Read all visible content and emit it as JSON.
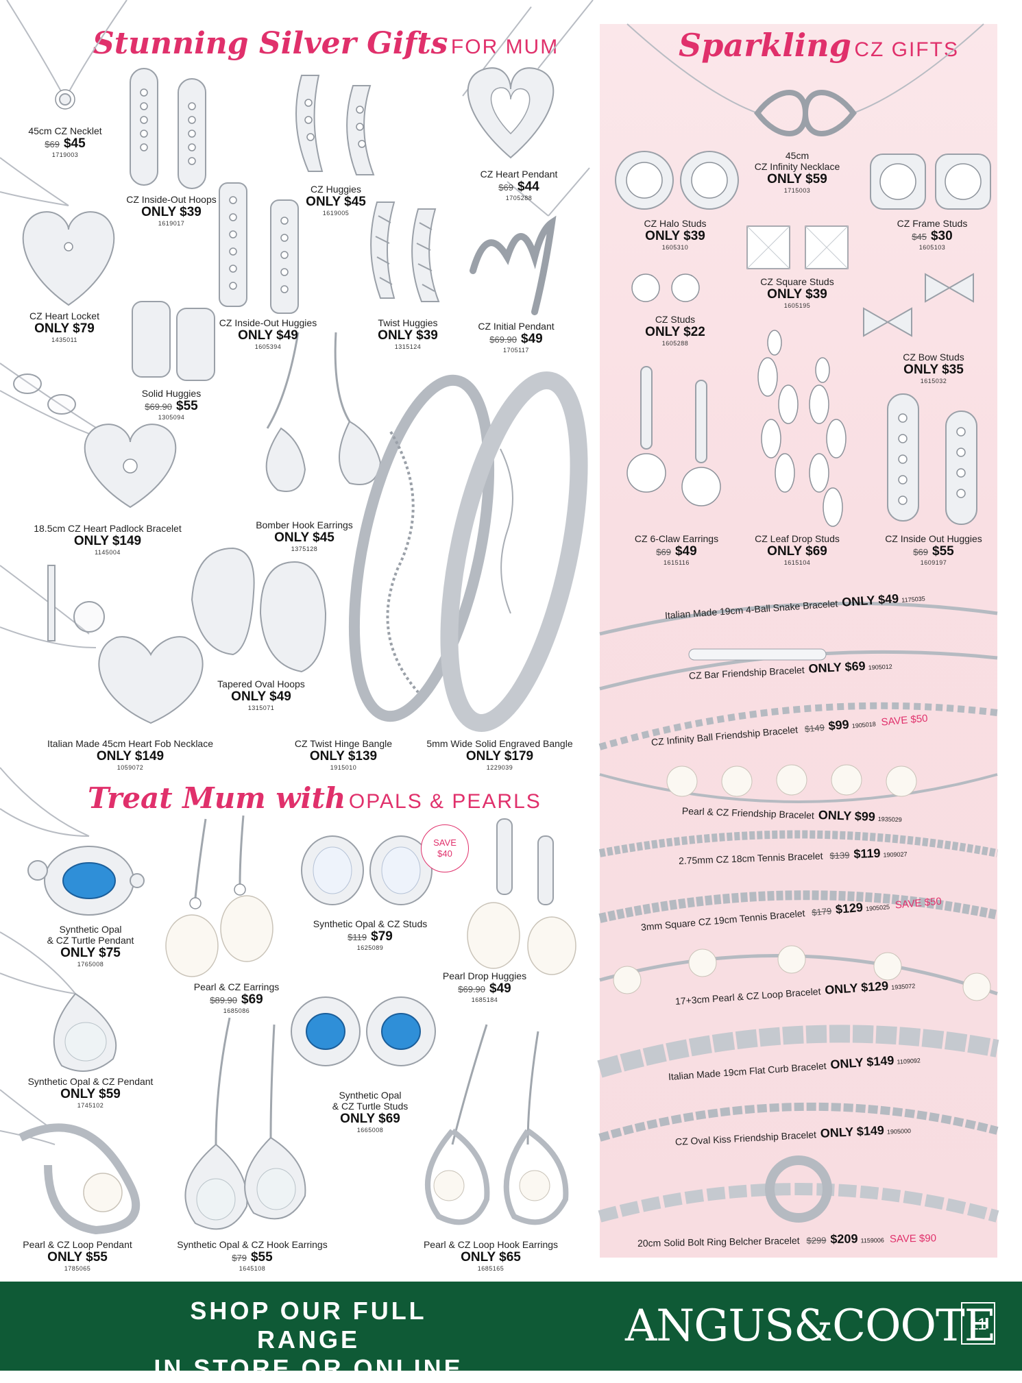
{
  "headings": {
    "silver_script": "Stunning Silver Gifts",
    "silver_caps": "FOR MUM",
    "cz_script": "Sparkling",
    "cz_caps": "CZ GIFTS",
    "opals_script": "Treat Mum with",
    "opals_caps": "OPALS & PEARLS"
  },
  "silver_products": [
    {
      "name": "45cm CZ Necklet",
      "was": "$69",
      "price": "$45",
      "code": "1719003"
    },
    {
      "name": "CZ Inside-Out Hoops",
      "price": "ONLY $39",
      "code": "1619017"
    },
    {
      "name": "CZ Huggies",
      "price": "ONLY $45",
      "code": "1619005"
    },
    {
      "name": "CZ Heart Pendant",
      "was": "$69",
      "price": "$44",
      "code": "1705288"
    },
    {
      "name": "CZ Heart Locket",
      "price": "ONLY $79",
      "code": "1435011"
    },
    {
      "name": "CZ Inside-Out Huggies",
      "price": "ONLY $49",
      "code": "1605394"
    },
    {
      "name": "Twist Huggies",
      "price": "ONLY $39",
      "code": "1315124"
    },
    {
      "name": "CZ Initial Pendant",
      "was": "$69.90",
      "price": "$49",
      "code": "1705117"
    },
    {
      "name": "Solid Huggies",
      "was": "$69.90",
      "price": "$55",
      "code": "1305094"
    },
    {
      "name": "18.5cm CZ Heart Padlock Bracelet",
      "price": "ONLY $149",
      "code": "1145004"
    },
    {
      "name": "Bomber Hook Earrings",
      "price": "ONLY $45",
      "code": "1375128"
    },
    {
      "name": "Tapered Oval Hoops",
      "price": "ONLY $49",
      "code": "1315071"
    },
    {
      "name": "Italian Made 45cm Heart Fob Necklace",
      "price": "ONLY $149",
      "code": "1059072"
    },
    {
      "name": "CZ Twist Hinge Bangle",
      "price": "ONLY $139",
      "code": "1915010"
    },
    {
      "name": "5mm Wide Solid Engraved Bangle",
      "price": "ONLY $179",
      "code": "1229039"
    }
  ],
  "opal_products": [
    {
      "name": "Synthetic Opal\n& CZ Turtle Pendant",
      "name1": "Synthetic Opal",
      "name2": "& CZ Turtle Pendant",
      "price": "ONLY $75",
      "code": "1765008"
    },
    {
      "name": "Synthetic Opal & CZ Studs",
      "was": "$119",
      "price": "$79",
      "code": "1625089"
    },
    {
      "name": "Pearl & CZ Earrings",
      "was": "$89.90",
      "price": "$69",
      "code": "1685086"
    },
    {
      "name": "Pearl Drop Huggies",
      "was": "$69.90",
      "price": "$49",
      "code": "1685184"
    },
    {
      "name": "Synthetic Opal & CZ Pendant",
      "price": "ONLY $59",
      "code": "1745102"
    },
    {
      "name1": "Synthetic Opal",
      "name2": "& CZ Turtle Studs",
      "price": "ONLY $69",
      "code": "1665008"
    },
    {
      "name": "Pearl & CZ Loop Pendant",
      "price": "ONLY $55",
      "code": "1785065"
    },
    {
      "name": "Synthetic Opal & CZ Hook Earrings",
      "was": "$79",
      "price": "$55",
      "code": "1645108"
    },
    {
      "name": "Pearl & CZ Loop Hook Earrings",
      "price": "ONLY $65",
      "code": "1685165"
    }
  ],
  "save_badge": {
    "line1": "SAVE",
    "line2": "$40"
  },
  "cz_products": [
    {
      "name1": "45cm",
      "name2": "CZ Infinity Necklace",
      "price": "ONLY $59",
      "code": "1715003"
    },
    {
      "name": "CZ Halo Studs",
      "price": "ONLY $39",
      "code": "1605310"
    },
    {
      "name": "CZ Frame Studs",
      "was": "$45",
      "price": "$30",
      "code": "1605103"
    },
    {
      "name": "CZ Square Studs",
      "price": "ONLY $39",
      "code": "1605195"
    },
    {
      "name": "CZ Studs",
      "price": "ONLY $22",
      "code": "1605288"
    },
    {
      "name": "CZ Bow Studs",
      "price": "ONLY $35",
      "code": "1615032"
    },
    {
      "name": "CZ 6-Claw Earrings",
      "was": "$69",
      "price": "$49",
      "code": "1615116"
    },
    {
      "name": "CZ Leaf Drop Studs",
      "price": "ONLY $69",
      "code": "1615104"
    },
    {
      "name": "CZ Inside Out Huggies",
      "was": "$69",
      "price": "$55",
      "code": "1609197"
    }
  ],
  "bracelets": [
    {
      "name": "Italian Made 19cm 4-Ball Snake Bracelet",
      "price": "ONLY $49",
      "code": "1175035"
    },
    {
      "name": "CZ Bar Friendship Bracelet",
      "price": "ONLY $69",
      "code": "1905012"
    },
    {
      "name": "CZ Infinity Ball Friendship Bracelet",
      "was": "$149",
      "price": "$99",
      "code": "1905018",
      "save": "SAVE $50"
    },
    {
      "name": "Pearl & CZ Friendship Bracelet",
      "price": "ONLY $99",
      "code": "1935029"
    },
    {
      "name": "2.75mm CZ 18cm Tennis Bracelet",
      "was": "$139",
      "price": "$119",
      "code": "1909027"
    },
    {
      "name": "3mm Square CZ 19cm Tennis Bracelet",
      "was": "$179",
      "price": "$129",
      "code": "1905025",
      "save": "SAVE $50"
    },
    {
      "name": "17+3cm Pearl & CZ Loop Bracelet",
      "price": "ONLY $129",
      "code": "1935072"
    },
    {
      "name": "Italian Made 19cm Flat Curb Bracelet",
      "price": "ONLY $149",
      "code": "1109092"
    },
    {
      "name": "CZ Oval Kiss Friendship Bracelet",
      "price": "ONLY $149",
      "code": "1905000"
    },
    {
      "name": "20cm Solid Bolt Ring Belcher Bracelet",
      "was": "$299",
      "price": "$209",
      "code": "1159006",
      "save": "SAVE $90"
    }
  ],
  "footer": {
    "cta_line1": "SHOP OUR FULL RANGE",
    "cta_line2": "IN STORE OR ONLINE",
    "logo": "ANGUS&COOTE",
    "page_number": "11"
  },
  "colors": {
    "accent": "#e0306b",
    "footer_bg": "#0f5a36",
    "panel_bg": "#f9dfe3"
  }
}
